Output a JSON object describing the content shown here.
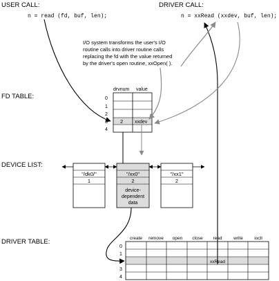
{
  "header": {
    "user_call_label": "USER CALL:",
    "driver_call_label": "DRIVER CALL:",
    "user_call_code": "n = read (fd, buf, len);",
    "driver_call_code": "n = xxRead (xxdev, buf, len);"
  },
  "annotation": {
    "lines": [
      "I/O system transforms the user's I/O",
      "routine calls into driver routine calls",
      "replacing the fd with the value returned",
      "by the driver's open routine, xxOpen( )."
    ]
  },
  "fd_table": {
    "label": "FD TABLE:",
    "columns": [
      "drvnum",
      "value"
    ],
    "row_indexes": [
      "0",
      "1",
      "2",
      "3",
      "4"
    ],
    "highlight_row": {
      "drvnum": "2",
      "value": "xxdev"
    }
  },
  "device_list": {
    "label": "DEVICE LIST:",
    "devices": [
      {
        "name": "\"/dk0/\"",
        "number": "1"
      },
      {
        "name": "\"/xx0\"",
        "number": "2",
        "extra": [
          "device-",
          "dependent",
          "data"
        ]
      },
      {
        "name": "\"/xx1\"",
        "number": "2"
      }
    ]
  },
  "driver_table": {
    "label": "DRIVER TABLE:",
    "columns": [
      "create",
      "remove",
      "open",
      "close",
      "read",
      "write",
      "ioctl"
    ],
    "row_indexes": [
      "0",
      "1",
      "2",
      "3",
      "4"
    ],
    "highlight_cell": "xxRead"
  },
  "colors": {
    "line": "#000000",
    "highlight": "#dcdcdc",
    "gray_arrow": "#8a8a8a"
  }
}
